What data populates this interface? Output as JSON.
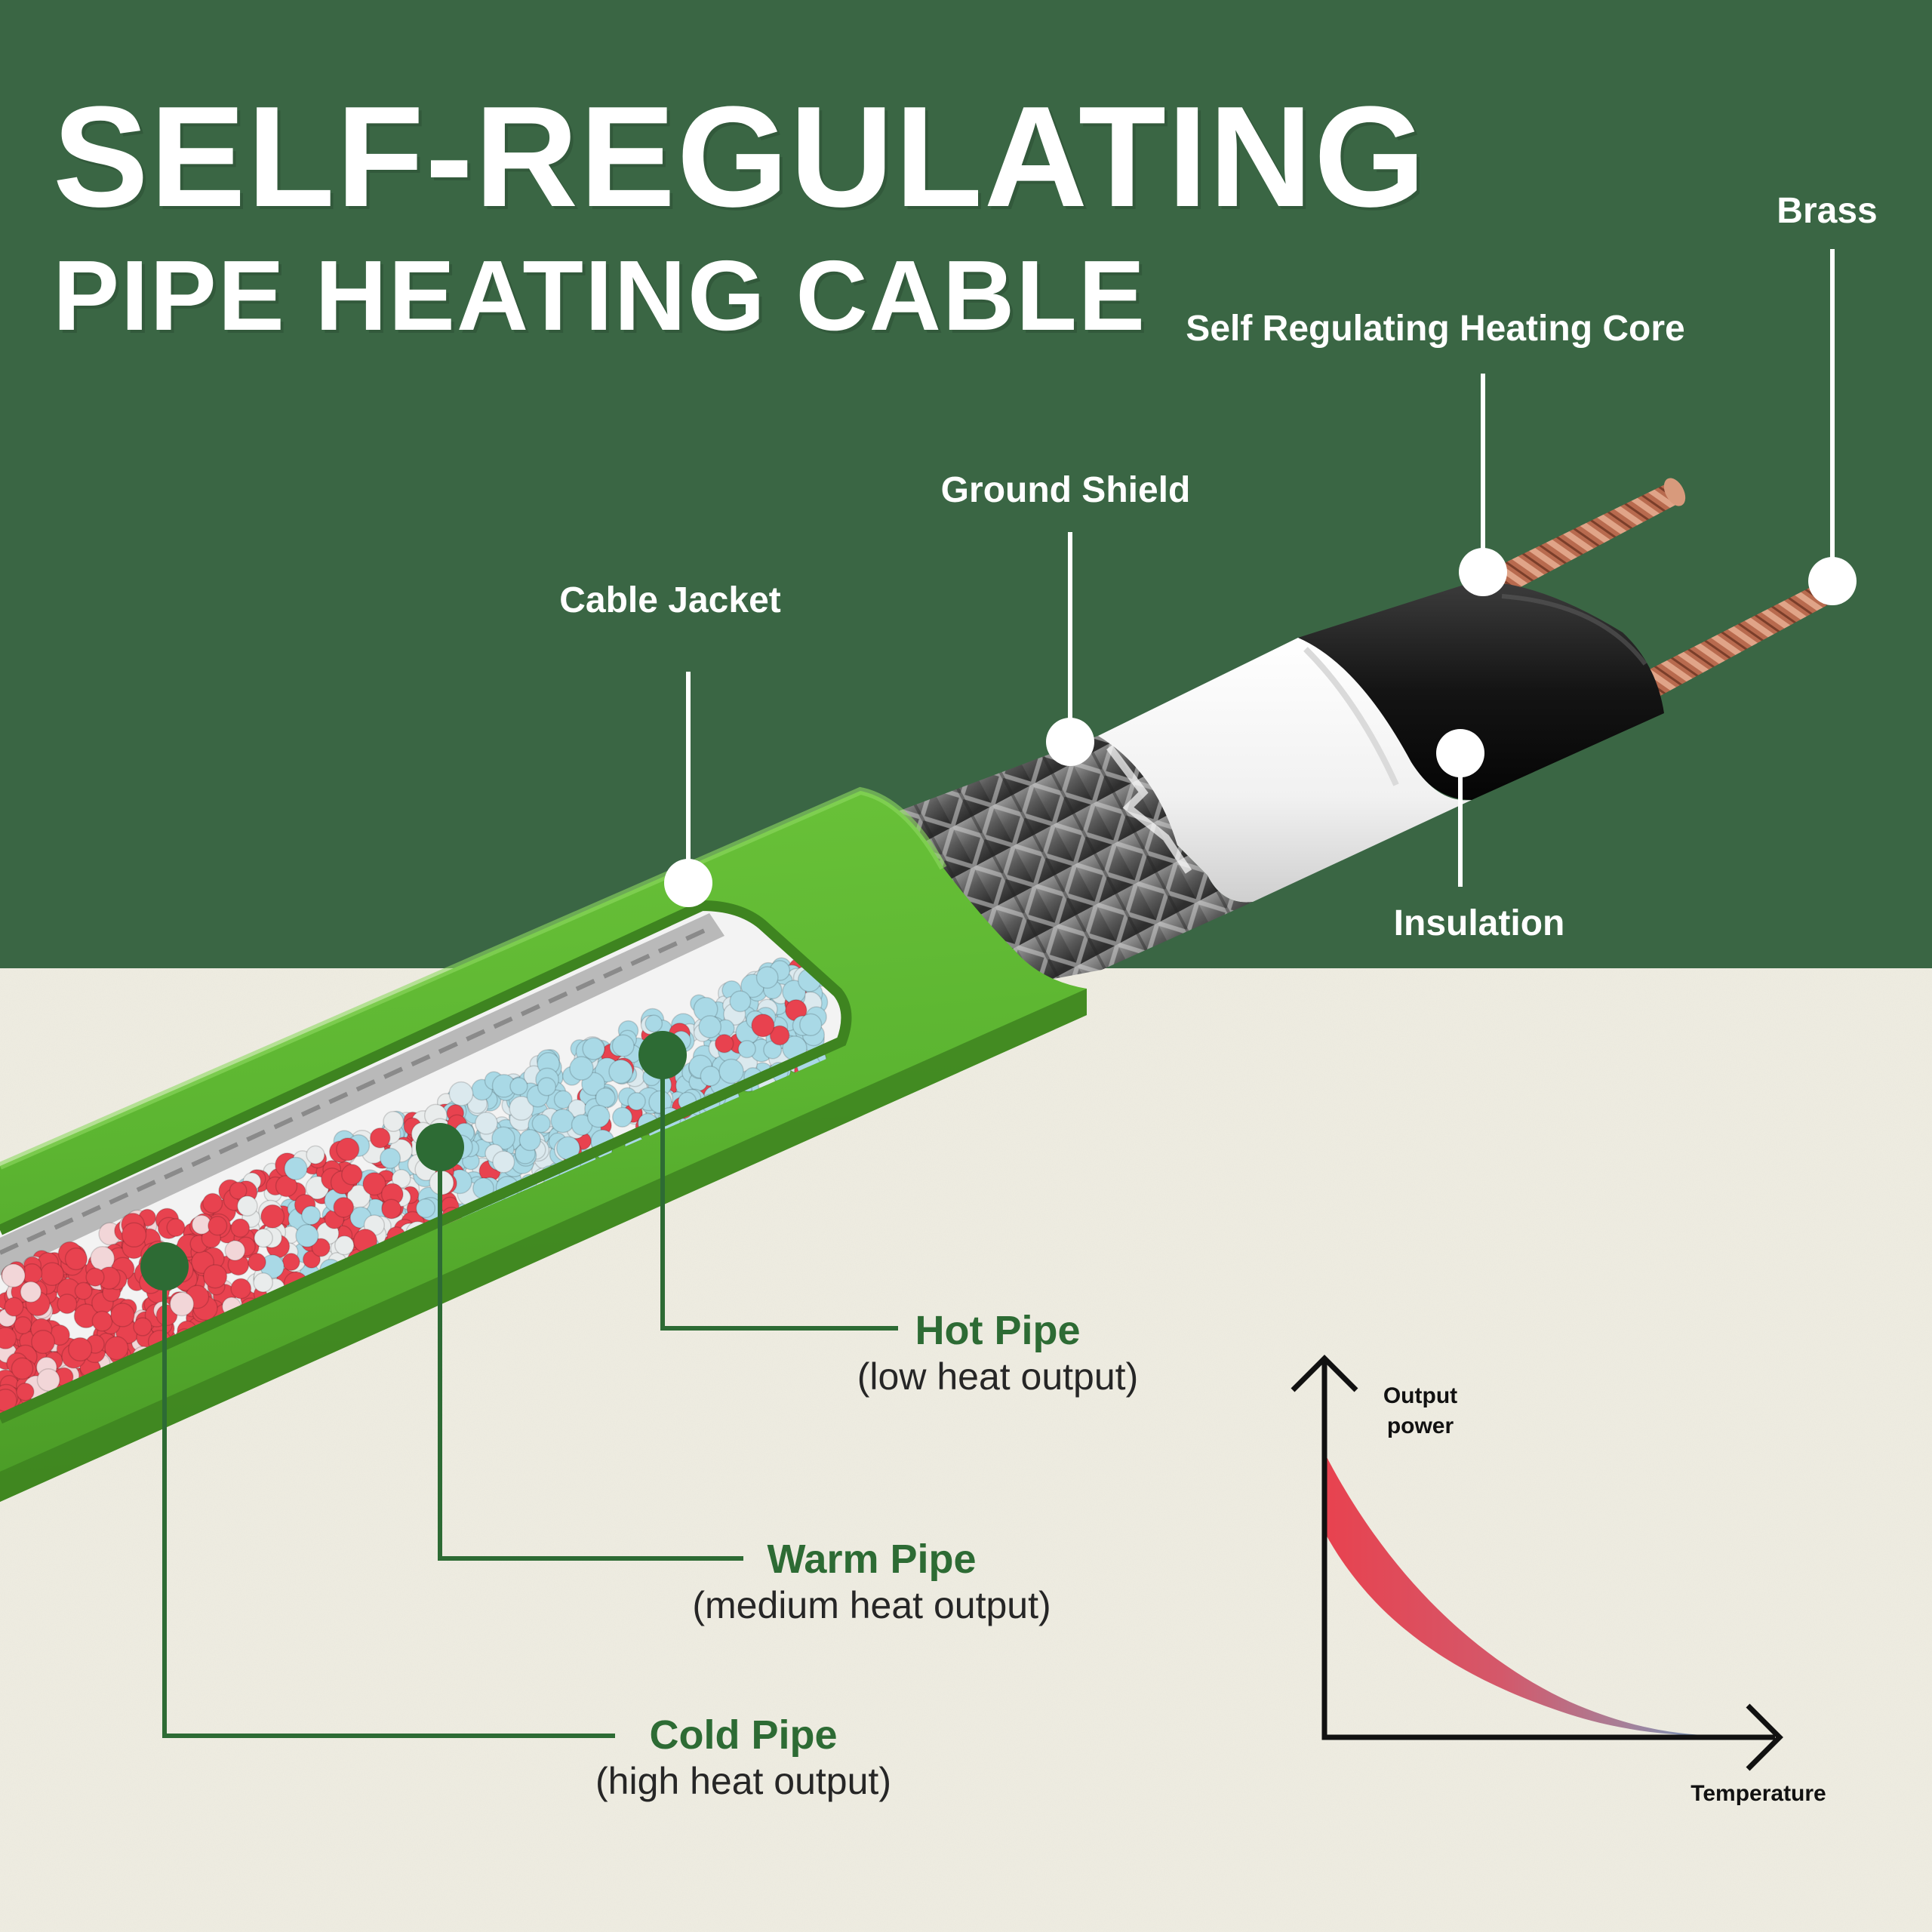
{
  "title": {
    "line1": "SELF-REGULATING",
    "line2": "PIPE HEATING CABLE"
  },
  "callouts": {
    "brass": "Brass",
    "core": "Self Regulating Heating Core",
    "ground_shield": "Ground Shield",
    "cable_jacket": "Cable Jacket",
    "insulation": "Insulation"
  },
  "pipes": {
    "hot": {
      "name": "Hot Pipe",
      "desc": "(low heat output)"
    },
    "warm": {
      "name": "Warm Pipe",
      "desc": "(medium heat output)"
    },
    "cold": {
      "name": "Cold Pipe",
      "desc": "(high heat output)"
    }
  },
  "graph": {
    "y_label": "Output\npower",
    "x_label": "Temperature"
  },
  "colors": {
    "header_green": "#3a6644",
    "paper": "#efede2",
    "jacket_green": "#5cb531",
    "accent_green": "#2d6b34",
    "hot_red": "#e8424f",
    "cold_blue": "#6f9ec2"
  },
  "icons": {
    "marker": "callout-dot-icon",
    "arrow": "axis-arrow-icon"
  }
}
